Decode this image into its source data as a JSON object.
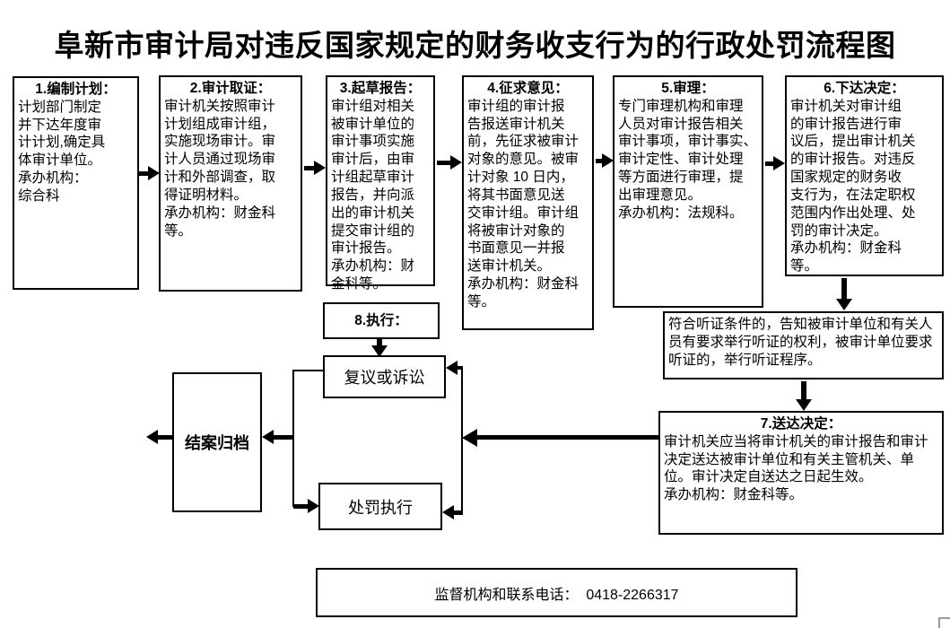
{
  "title": "阜新市审计局对违反国家规定的财务收支行为的行政处罚流程图",
  "steps": {
    "s1": {
      "heading": "1.编制计划：",
      "body": "计划部门制定\n并下达年度审\n计计划,确定具\n体审计单位。\n承办机构：\n综合科"
    },
    "s2": {
      "heading": "2.审计取证：",
      "body": "审计机关按照审计\n计划组成审计组，\n实施现场审计。审\n计人员通过现场审\n计和外部调查，取\n得证明材料。\n承办机构：财金科\n等。"
    },
    "s3": {
      "heading": "3.起草报告：",
      "body": "审计组对相关\n被审计单位的\n审计事项实施\n审计后，由审\n计组起草审计\n报告，并向派\n出的审计机关\n提交审计组的\n审计报告。\n承办机构：财\n金科等。"
    },
    "s4": {
      "heading": "4.征求意见：",
      "body": "审计组的审计报\n告报送审计机关\n前，先征求被审计\n对象的意见。被审\n计对象 10 日内，\n将其书面意见送\n交审计组。审计组\n将被审计对象的\n书面意见一并报\n送审计机关。\n承办机构：财金科\n等。"
    },
    "s5": {
      "heading": "5.审理：",
      "body": "专门审理机构和审理\n人员对审计报告相关\n审计事项，审计事实、\n审计定性、审计处理\n等方面进行审理，提\n出审理意见。\n承办机构：法规科。"
    },
    "s6": {
      "heading": "6.下达决定：",
      "body": "审计机关对审计组\n的审计报告进行审\n议后，提出审计机关\n的审计报告。对违反\n国家规定的财务收\n支行为，在法定职权\n范围内作出处理、处\n罚的审计决定。\n承办机构：财金科\n等。"
    },
    "hearing": {
      "body": "符合听证条件的，告知被审计单位和有关人员有要求举行听证的权利，被审计单位要求听证的，举行听证程序。"
    },
    "s7": {
      "heading": "7.送达决定：",
      "body": "审计机关应当将审计机关的审计报告和审计决定送达被审计单位和有关主管机关、单位。审计决定自送达之日起生效。\n承办机构：财金科等。"
    },
    "s8": {
      "heading": "8.执行："
    },
    "review": {
      "label": "复议或诉讼"
    },
    "penalty": {
      "label": "处罚执行"
    },
    "archive": {
      "label": "结案归档"
    }
  },
  "footer": {
    "contact": "监督机构和联系电话：  0418-2266317"
  }
}
